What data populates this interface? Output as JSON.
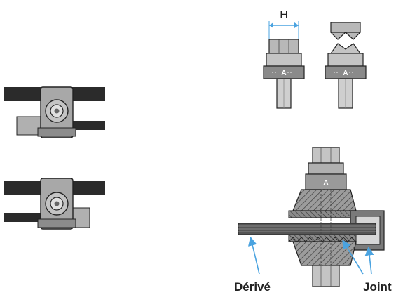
{
  "diagram": {
    "dimension_label": "H",
    "nut_marking": "A",
    "callouts": {
      "branch": "Dérivé",
      "seal": "Joint"
    }
  },
  "colors": {
    "cable": "#2b2b2b",
    "body_gray": "#a8a8a8",
    "dark_gray": "#5a5a5a",
    "light_gray": "#cfcfcf",
    "arrow_blue": "#4aa3e0",
    "outline": "#222222"
  }
}
